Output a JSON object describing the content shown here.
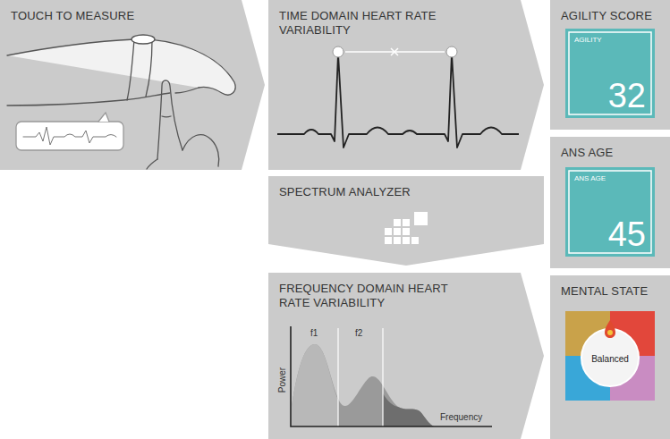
{
  "diagram": {
    "nodes": [
      {
        "text": [
          "TOUCH TO MEASURE"
        ]
      },
      {
        "text": [
          "TIME DOMAIN HEART RATE VARIABILITY"
        ]
      },
      {
        "text": [
          "AGILITY SCORE"
        ]
      },
      {
        "text": [
          "AGILITY",
          "32"
        ],
        "in": 2
      },
      {
        "text": [
          "ANS AGE"
        ]
      },
      {
        "text": [
          "ANS AGE",
          "45"
        ],
        "in": 4
      },
      {
        "text": [
          "SPECTRUM ANALYZER"
        ]
      },
      {
        "text": [
          "FREQUENCY DOMAIN HEART RATE VARIABILITY"
        ]
      },
      {
        "text": [
          "MENTAL STATE"
        ]
      },
      {
        "text": [
          "Balanced"
        ],
        "in": 8
      }
    ],
    "labels": [
      "Power",
      "Frequency",
      "f1",
      "f2"
    ]
  }
}
